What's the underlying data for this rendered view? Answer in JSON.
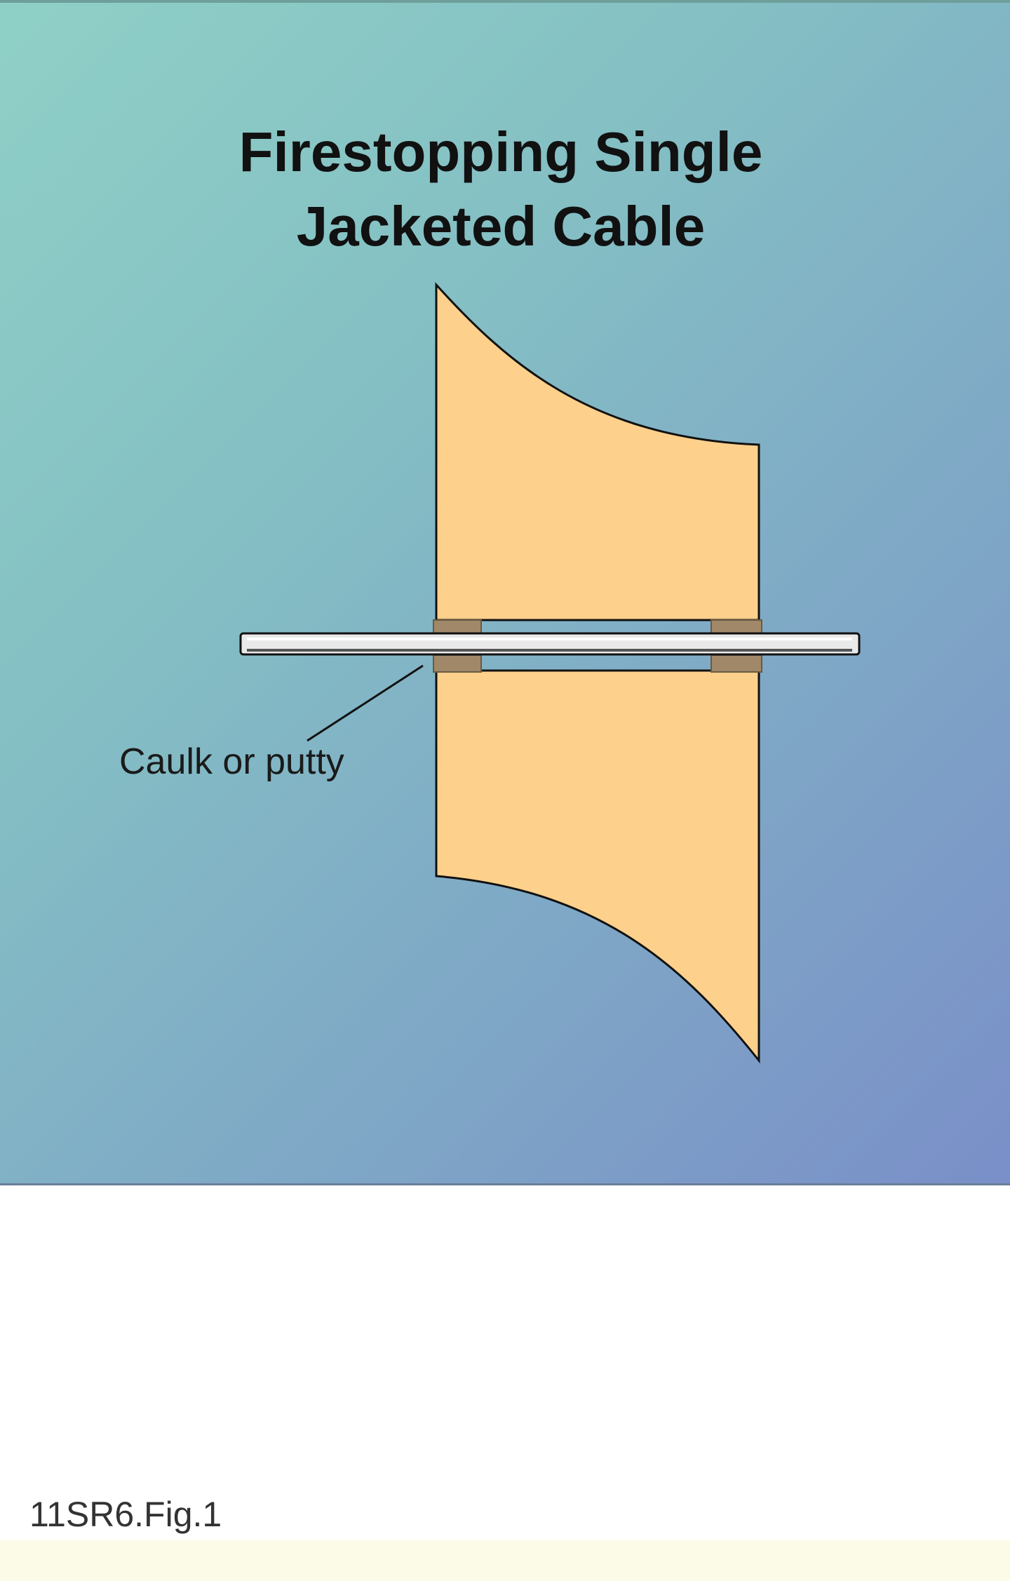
{
  "figure": {
    "title_line1": "Firestopping Single",
    "title_line2": "Jacketed Cable",
    "callout": "Caulk or putty",
    "figure_id": "11SR6.Fig.1"
  },
  "colors": {
    "background_top": "#8fd0c6",
    "background_bottom": "#7a8fc8",
    "wall": "#fdd08c",
    "sealant": "#a08868",
    "cable": "#e8e8e8",
    "outline": "#111111",
    "footer": "#fbfbe8"
  }
}
